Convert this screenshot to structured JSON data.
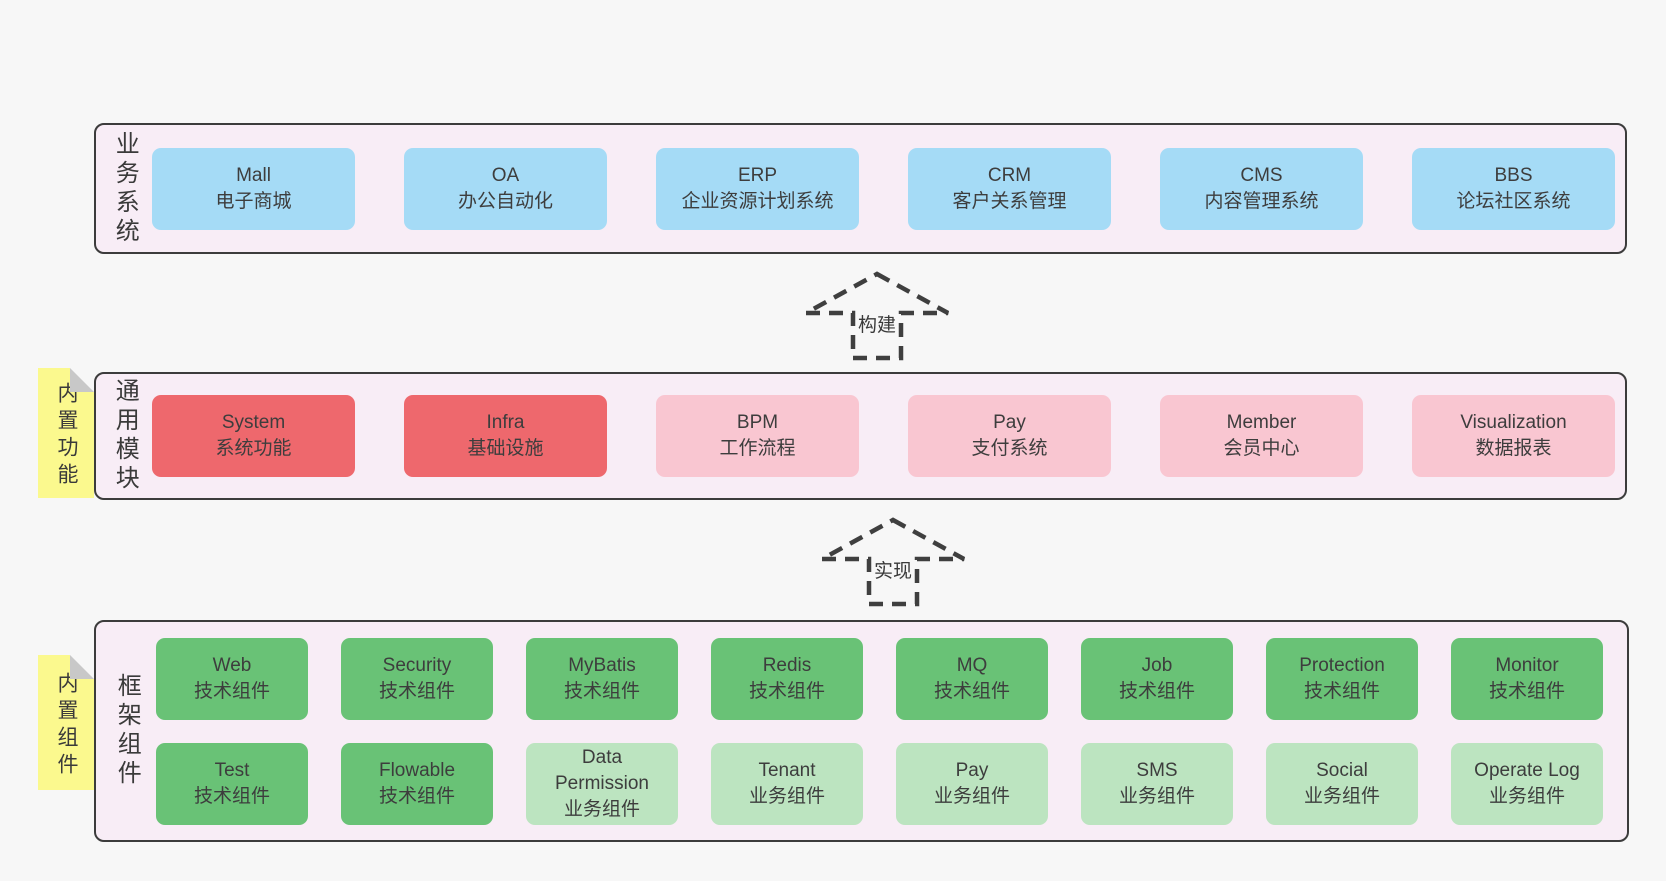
{
  "diagram": {
    "arrows": {
      "build": "构建",
      "implement": "实现"
    },
    "sections": {
      "business": {
        "label": "业务系统",
        "boxes": [
          {
            "name": "Mall",
            "desc": "电子商城"
          },
          {
            "name": "OA",
            "desc": "办公自动化"
          },
          {
            "name": "ERP",
            "desc": "企业资源计划系统"
          },
          {
            "name": "CRM",
            "desc": "客户关系管理"
          },
          {
            "name": "CMS",
            "desc": "内容管理系统"
          },
          {
            "name": "BBS",
            "desc": "论坛社区系统"
          }
        ]
      },
      "modules": {
        "label": "通用模块",
        "tag": "内置功能",
        "boxes": [
          {
            "name": "System",
            "desc": "系统功能"
          },
          {
            "name": "Infra",
            "desc": "基础设施"
          },
          {
            "name": "BPM",
            "desc": "工作流程"
          },
          {
            "name": "Pay",
            "desc": "支付系统"
          },
          {
            "name": "Member",
            "desc": "会员中心"
          },
          {
            "name": "Visualization",
            "desc": "数据报表"
          }
        ]
      },
      "framework": {
        "label": "框架组件",
        "tag": "内置组件",
        "row1": [
          {
            "name": "Web",
            "desc": "技术组件"
          },
          {
            "name": "Security",
            "desc": "技术组件"
          },
          {
            "name": "MyBatis",
            "desc": "技术组件"
          },
          {
            "name": "Redis",
            "desc": "技术组件"
          },
          {
            "name": "MQ",
            "desc": "技术组件"
          },
          {
            "name": "Job",
            "desc": "技术组件"
          },
          {
            "name": "Protection",
            "desc": "技术组件"
          },
          {
            "name": "Monitor",
            "desc": "技术组件"
          }
        ],
        "row2": [
          {
            "name": "Test",
            "desc": "技术组件"
          },
          {
            "name": "Flowable",
            "desc": "技术组件"
          },
          {
            "name": "Data\nPermission",
            "desc": "业务组件"
          },
          {
            "name": "Tenant",
            "desc": "业务组件"
          },
          {
            "name": "Pay",
            "desc": "业务组件"
          },
          {
            "name": "SMS",
            "desc": "业务组件"
          },
          {
            "name": "Social",
            "desc": "业务组件"
          },
          {
            "name": "Operate Log",
            "desc": "业务组件"
          }
        ]
      }
    },
    "colors": {
      "page_bg": "#f7f7f7",
      "section_bg": "#f8edf6",
      "section_border": "#3c3c3c",
      "blue_box": "#a5dbf6",
      "red_box": "#ee686d",
      "pink_box": "#f9c6d1",
      "green_box": "#69c276",
      "light_green_box": "#bce4c0",
      "tag_bg": "#fbf98e",
      "tag_fold": "#c8c8c8",
      "arrow_stroke": "#3f3f3f",
      "text": "#3d3d3d"
    }
  }
}
